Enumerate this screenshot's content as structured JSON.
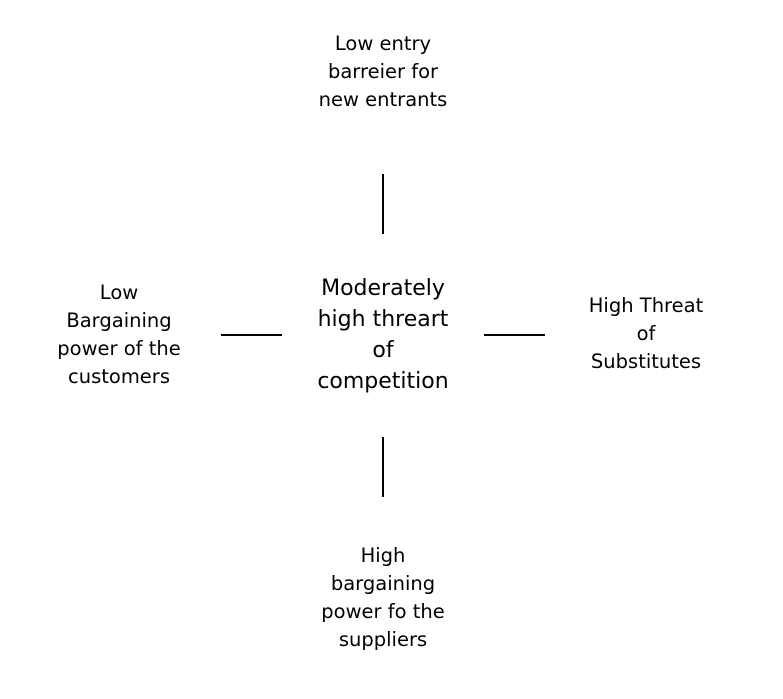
{
  "diagram": {
    "center": {
      "label": "Moderately\nhigh threart\nof\ncompetition"
    },
    "top": {
      "label": "Low entry\nbarreier for\nnew entrants"
    },
    "left": {
      "label": "Low\nBargaining\npower of the\ncustomers"
    },
    "right": {
      "label": "High Threat\nof\nSubstitutes"
    },
    "bottom": {
      "label": "High\nbargaining\npower fo the\nsuppliers"
    },
    "colors": {
      "text": "#000000",
      "connector": "#000000",
      "background": "#ffffff"
    }
  }
}
